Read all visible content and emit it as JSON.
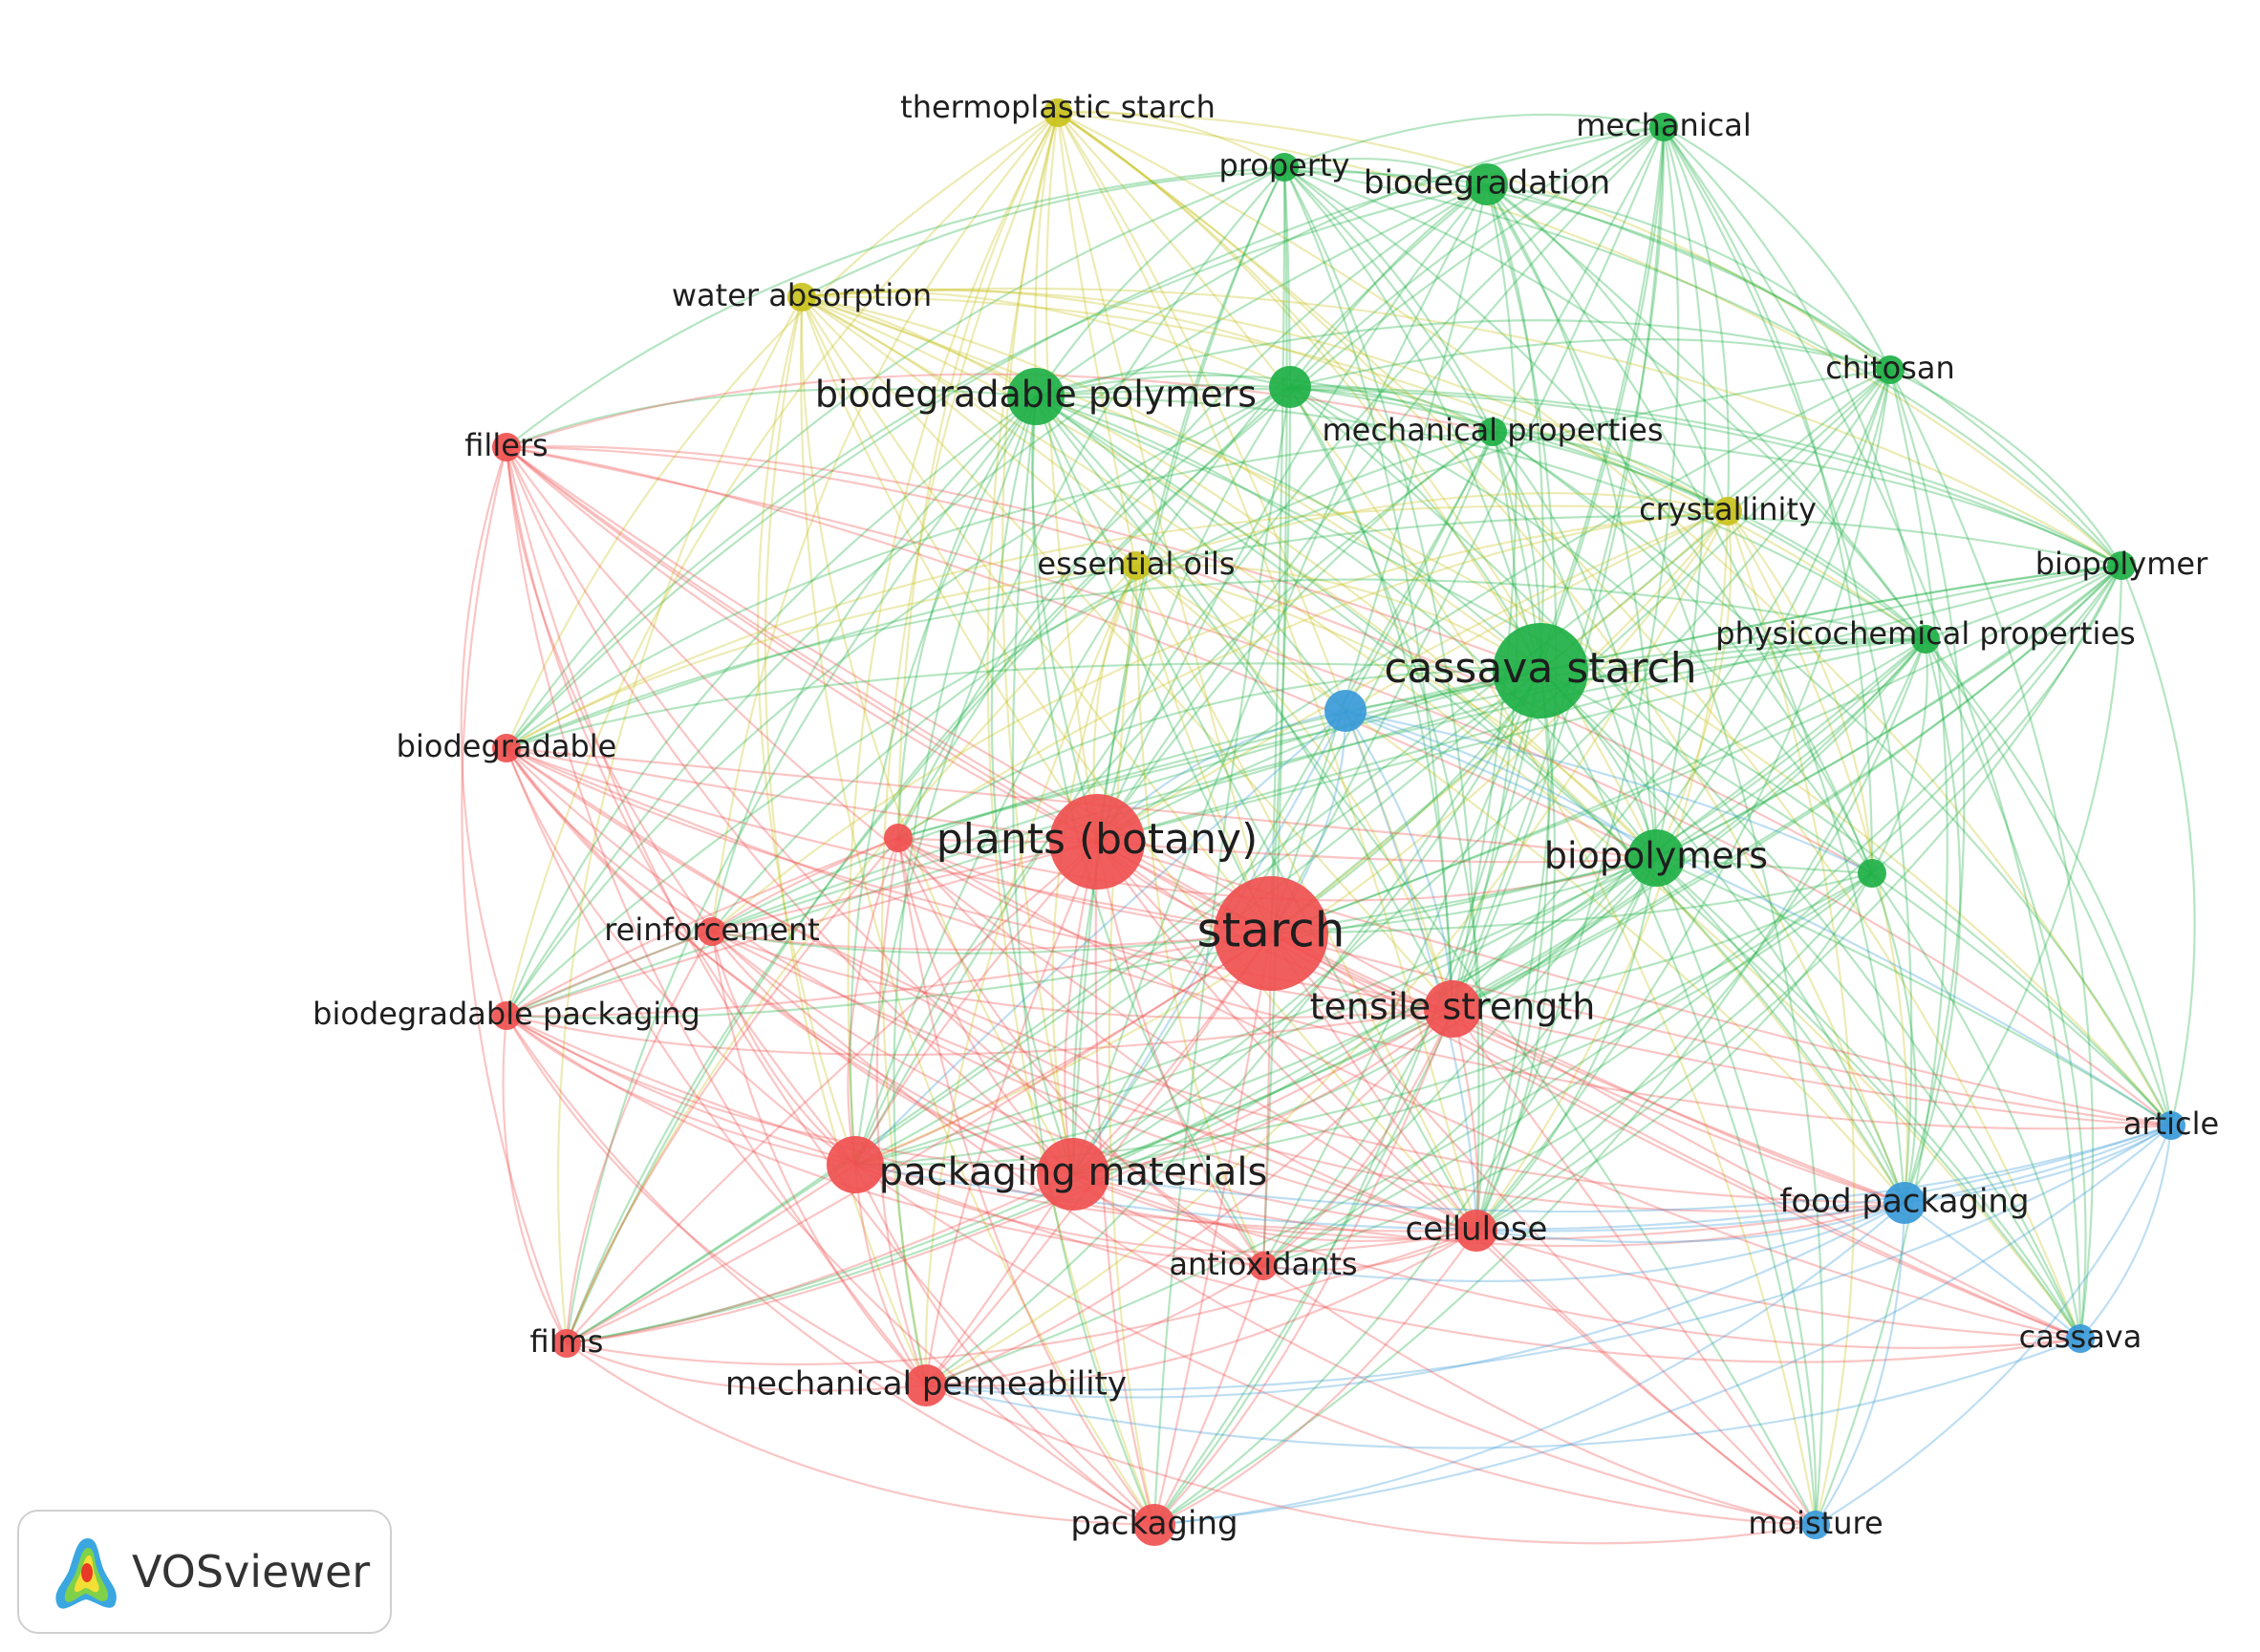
{
  "app": {
    "logo_label": "VOSviewer"
  },
  "colors": {
    "red": "#f05050",
    "green": "#1fb046",
    "blue": "#3a9ad9",
    "yellow": "#c9c21e"
  },
  "nodes": [
    {
      "id": "thermoplastic_starch",
      "label": "thermoplastic starch",
      "cluster": "yellow",
      "size": 1
    },
    {
      "id": "mechanical",
      "label": "mechanical",
      "cluster": "green",
      "size": 1
    },
    {
      "id": "property",
      "label": "property",
      "cluster": "green",
      "size": 1
    },
    {
      "id": "biodegradation",
      "label": "biodegradation",
      "cluster": "green",
      "size": 2
    },
    {
      "id": "water_absorption",
      "label": "water absorption",
      "cluster": "yellow",
      "size": 1
    },
    {
      "id": "biodegradable_polymers",
      "label": "biodegradable polymers",
      "cluster": "green",
      "size": 3
    },
    {
      "id": "green_unlabeled_1",
      "label": "",
      "cluster": "green",
      "size": 2
    },
    {
      "id": "chitosan",
      "label": "chitosan",
      "cluster": "green",
      "size": 1
    },
    {
      "id": "fillers",
      "label": "fillers",
      "cluster": "red",
      "size": 1
    },
    {
      "id": "mechanical_properties",
      "label": "mechanical properties",
      "cluster": "green",
      "size": 1
    },
    {
      "id": "crystallinity",
      "label": "crystallinity",
      "cluster": "yellow",
      "size": 1
    },
    {
      "id": "essential_oils",
      "label": "essential oils",
      "cluster": "yellow",
      "size": 1
    },
    {
      "id": "biopolymer",
      "label": "biopolymer",
      "cluster": "green",
      "size": 1
    },
    {
      "id": "physicochemical_properties",
      "label": "physicochemical properties",
      "cluster": "green",
      "size": 1
    },
    {
      "id": "cassava_starch",
      "label": "cassava starch",
      "cluster": "green",
      "size": 5
    },
    {
      "id": "blue_unlabeled_1",
      "label": "",
      "cluster": "blue",
      "size": 2
    },
    {
      "id": "biodegradable",
      "label": "biodegradable",
      "cluster": "red",
      "size": 1
    },
    {
      "id": "red_unlabeled_1",
      "label": "",
      "cluster": "red",
      "size": 1
    },
    {
      "id": "plants_botany",
      "label": "plants (botany)",
      "cluster": "red",
      "size": 5
    },
    {
      "id": "biopolymers",
      "label": "biopolymers",
      "cluster": "green",
      "size": 3
    },
    {
      "id": "green_unlabeled_2",
      "label": "",
      "cluster": "green",
      "size": 1
    },
    {
      "id": "reinforcement",
      "label": "reinforcement",
      "cluster": "red",
      "size": 1
    },
    {
      "id": "starch",
      "label": "starch",
      "cluster": "red",
      "size": 6
    },
    {
      "id": "tensile_strength",
      "label": "tensile strength",
      "cluster": "red",
      "size": 3
    },
    {
      "id": "biodegradable_packaging",
      "label": "biodegradable packaging",
      "cluster": "red",
      "size": 1
    },
    {
      "id": "article",
      "label": "article",
      "cluster": "blue",
      "size": 1
    },
    {
      "id": "packaging_materials",
      "label": "packaging materials",
      "cluster": "red",
      "size": 4
    },
    {
      "id": "red_unlabeled_2",
      "label": "",
      "cluster": "red",
      "size": 3
    },
    {
      "id": "food_packaging",
      "label": "food packaging",
      "cluster": "blue",
      "size": 2
    },
    {
      "id": "cellulose",
      "label": "cellulose",
      "cluster": "red",
      "size": 2
    },
    {
      "id": "antioxidants",
      "label": "antioxidants",
      "cluster": "red",
      "size": 1
    },
    {
      "id": "films",
      "label": "films",
      "cluster": "red",
      "size": 1
    },
    {
      "id": "cassava",
      "label": "cassava",
      "cluster": "blue",
      "size": 1
    },
    {
      "id": "mechanical_permeability",
      "label": "mechanical permeability",
      "cluster": "red",
      "size": 2
    },
    {
      "id": "packaging",
      "label": "packaging",
      "cluster": "red",
      "size": 2
    },
    {
      "id": "moisture",
      "label": "moisture",
      "cluster": "blue",
      "size": 1
    }
  ]
}
